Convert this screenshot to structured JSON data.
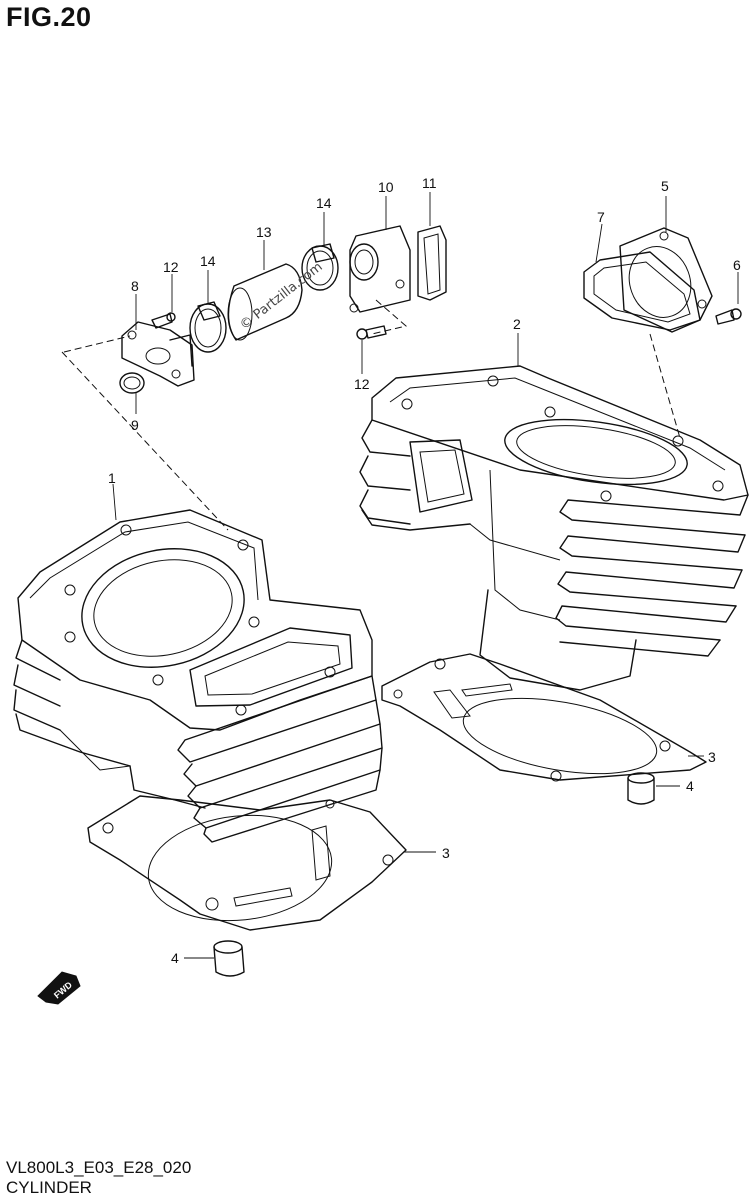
{
  "figure": {
    "title": "FIG.20",
    "model_code": "VL800L3_E03_E28_020",
    "name": "CYLINDER",
    "watermark": "© Partzilla.com",
    "fwd_label": "FWD"
  },
  "callouts": {
    "c1": "1",
    "c2": "2",
    "c3a": "3",
    "c3b": "3",
    "c4a": "4",
    "c4b": "4",
    "c5": "5",
    "c6": "6",
    "c7": "7",
    "c8": "8",
    "c9": "9",
    "c10": "10",
    "c11": "11",
    "c12a": "12",
    "c12b": "12",
    "c13": "13",
    "c14a": "14",
    "c14b": "14"
  }
}
